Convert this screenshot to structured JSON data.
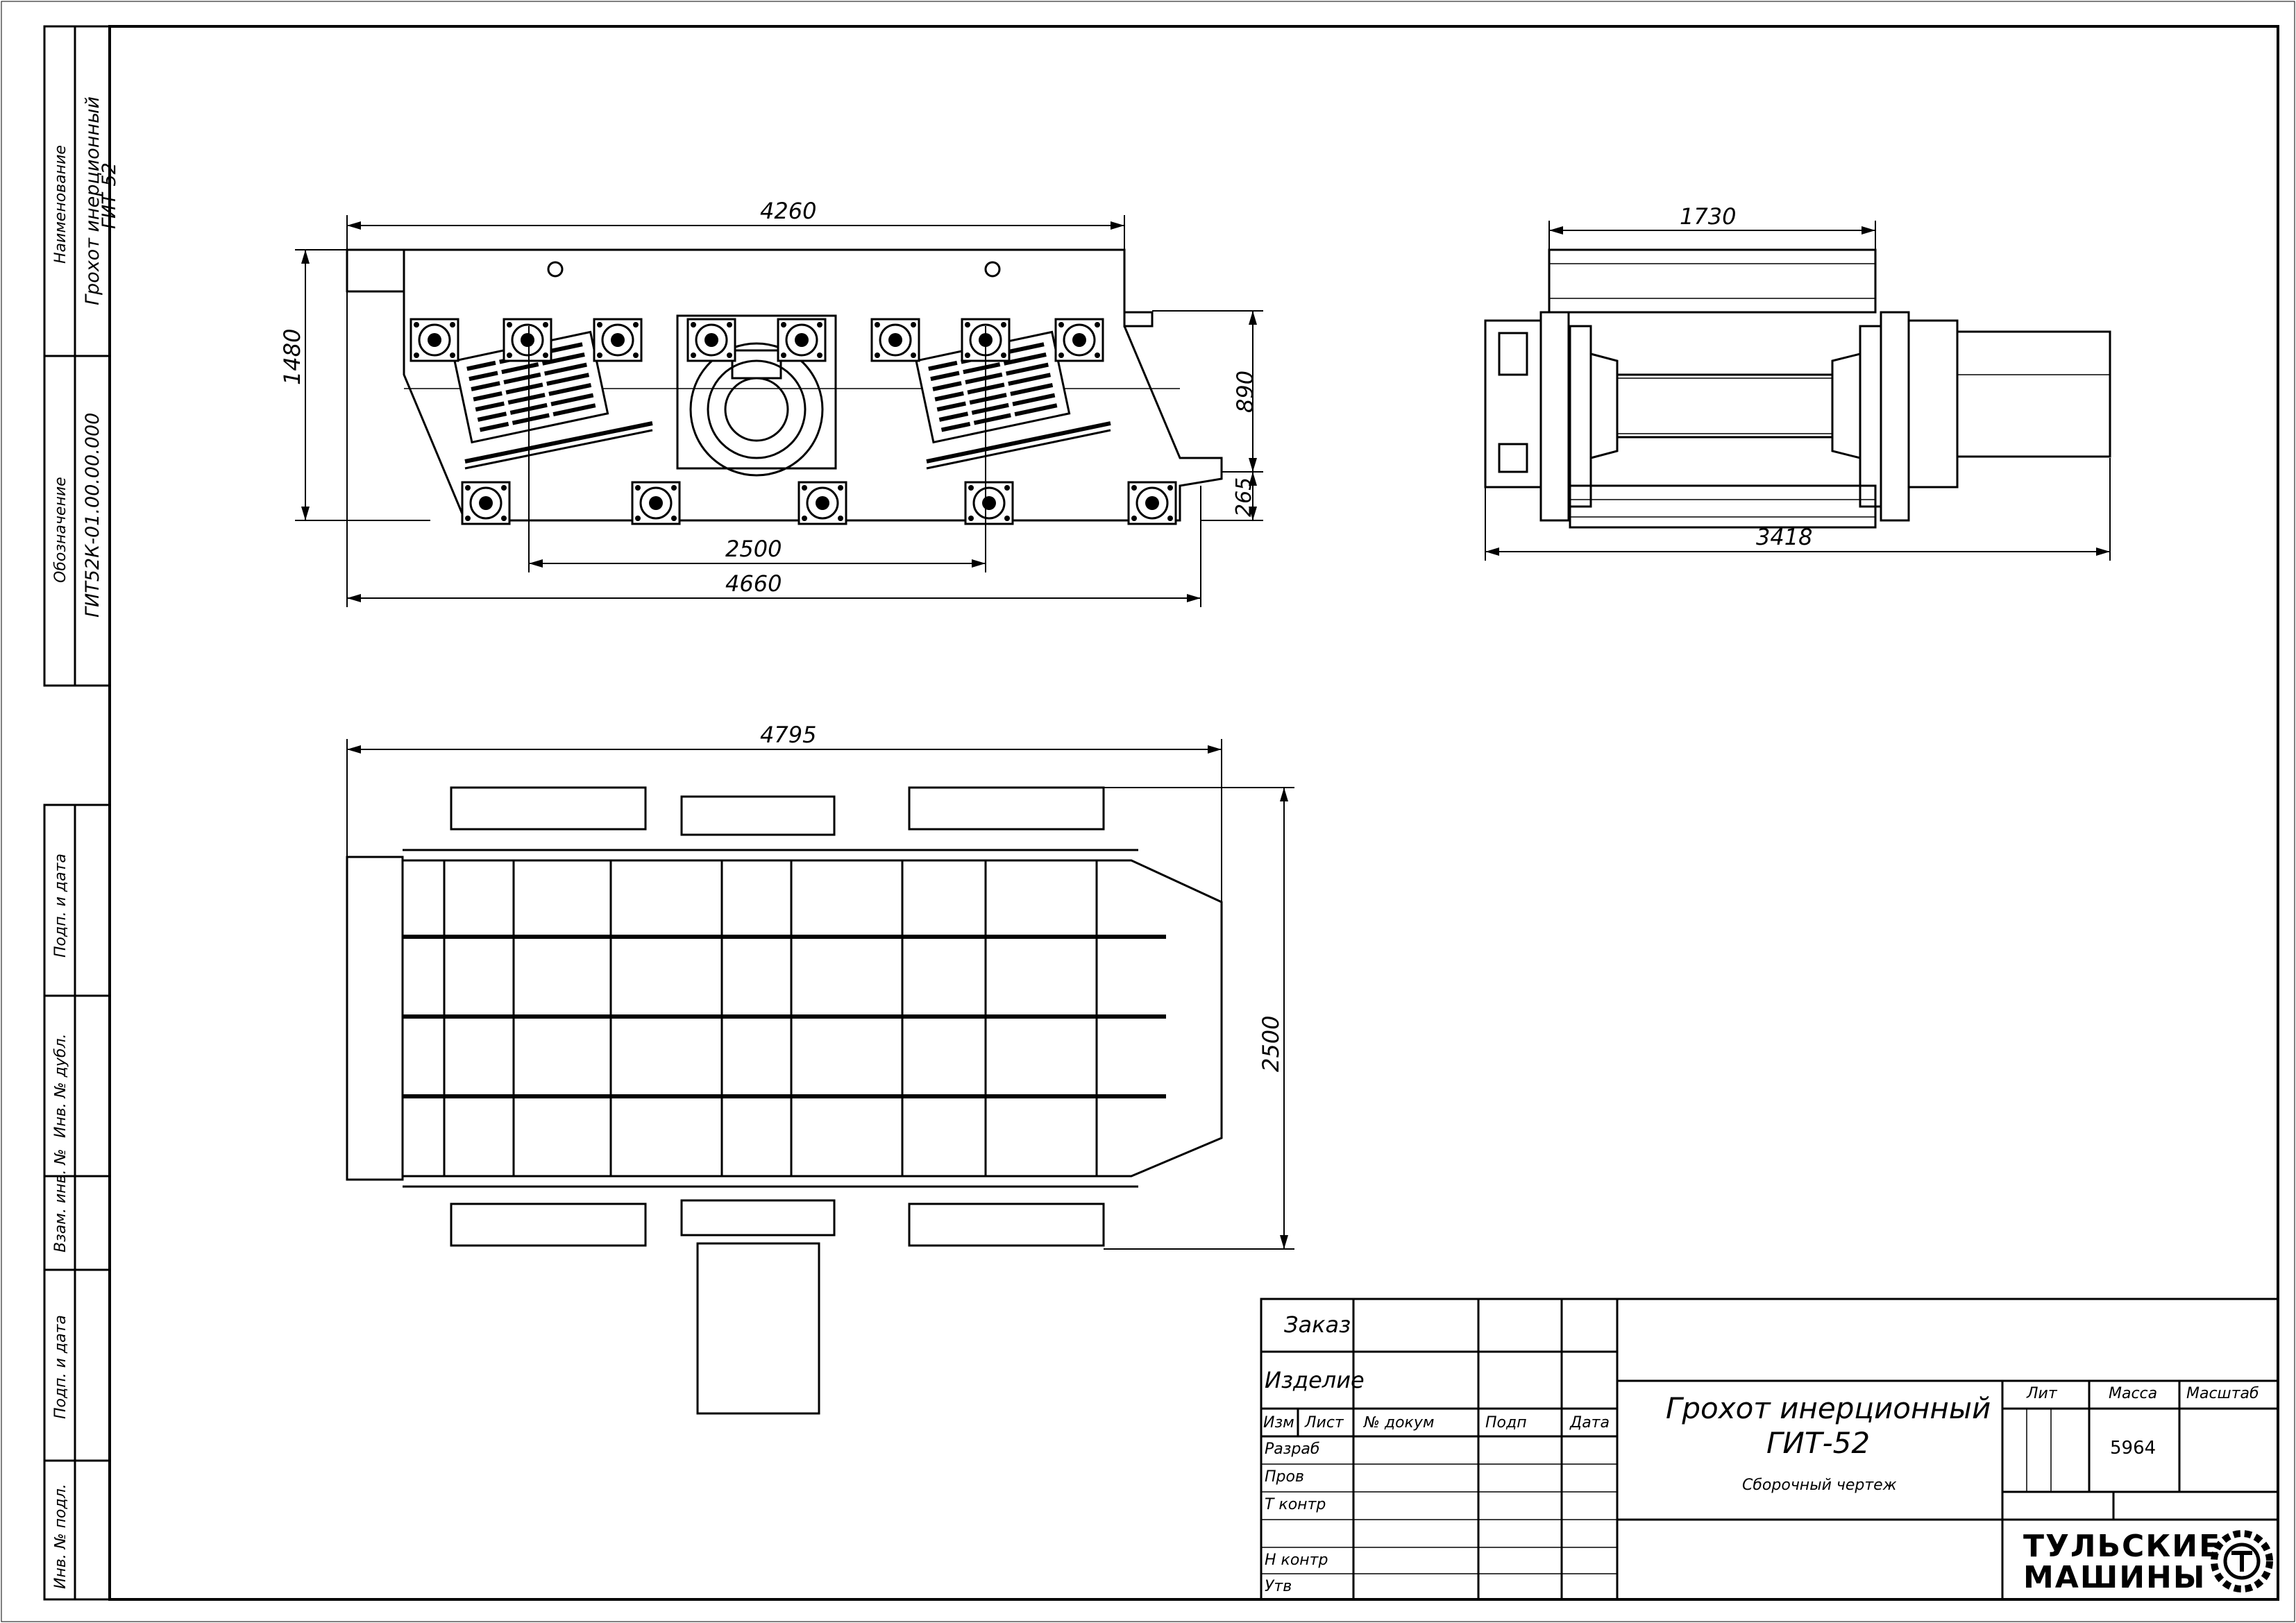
{
  "side_stamp": {
    "name_label": "Наименование",
    "name_value_1": "Грохот инерционный",
    "name_value_2": "ГИТ-52",
    "designation_label": "Обозначение",
    "designation_value": "ГИТ52К-01.00.00.000",
    "cells": [
      "Подп. и дата",
      "Инв. № дубл.",
      "Взам. инв. №",
      "Подп. и дата",
      "Инв. № подл."
    ]
  },
  "dimensions": {
    "side_top_length": "4260",
    "side_height": "1480",
    "side_right_height": "890",
    "side_right_small": "265",
    "side_axis_distance": "2500",
    "side_total_length": "4660",
    "end_top_width": "1730",
    "end_total_width": "3418",
    "plan_length": "4795",
    "plan_width": "2500"
  },
  "title_block": {
    "order_label": "Заказ",
    "product_label": "Изделие",
    "col_headers": [
      "Изм",
      "Лист",
      "№ докум",
      "Подп",
      "Дата"
    ],
    "row_labels": [
      "Разраб",
      "Пров",
      "Т контр",
      "",
      "Н контр",
      "Утв"
    ],
    "title_line_1": "Грохот инерционный",
    "title_line_2": "ГИТ-52",
    "doc_type": "Сборочный чертеж",
    "lit_label": "Лит",
    "mass_label": "Масса",
    "scale_label": "Масштаб",
    "mass_value": "5964",
    "company_line_1": "ТУЛЬСКИЕ",
    "company_line_2": "МАШИНЫ"
  }
}
